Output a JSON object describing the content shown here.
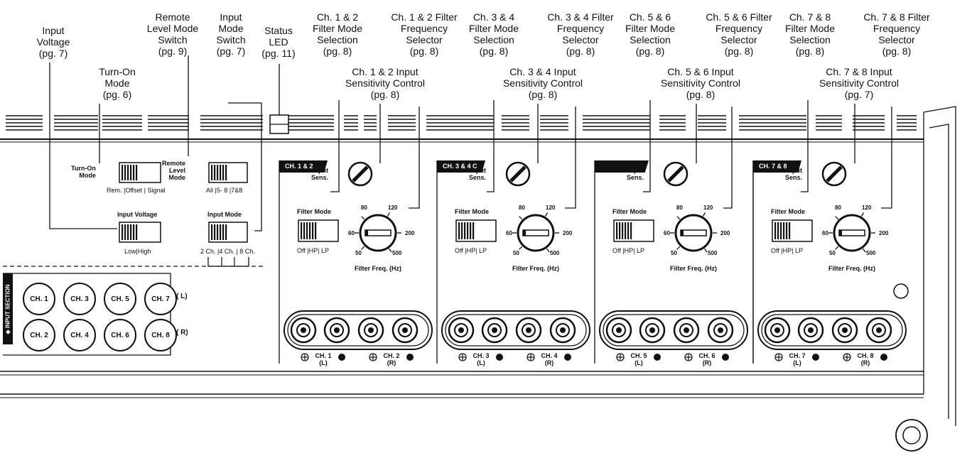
{
  "callouts": [
    {
      "id": "input-voltage",
      "text": "Input\nVoltage\n(pg. 7)"
    },
    {
      "id": "turn-on-mode",
      "text": "Turn-On\nMode\n(pg. 6)"
    },
    {
      "id": "remote-level-mode",
      "text": "Remote\nLevel Mode\nSwitch\n(pg. 9)"
    },
    {
      "id": "input-mode",
      "text": "Input\nMode\nSwitch\n(pg. 7)"
    },
    {
      "id": "status-led",
      "text": "Status\nLED\n(pg. 11)"
    },
    {
      "id": "ch12-filter-mode",
      "text": "Ch. 1 & 2\nFilter Mode\nSelection\n(pg. 8)"
    },
    {
      "id": "ch12-filter-freq",
      "text": "Ch. 1 & 2 Filter\nFrequency\nSelector\n(pg. 8)"
    },
    {
      "id": "ch12-input-sens",
      "text": "Ch. 1 & 2 Input\nSensitivity Control\n(pg. 8)"
    },
    {
      "id": "ch34-filter-mode",
      "text": "Ch. 3 & 4\nFilter Mode\nSelection\n(pg. 8)"
    },
    {
      "id": "ch34-filter-freq",
      "text": "Ch. 3 & 4 Filter\nFrequency\nSelector\n(pg. 8)"
    },
    {
      "id": "ch34-input-sens",
      "text": "Ch. 3 & 4 Input\nSensitivity Control\n(pg. 8)"
    },
    {
      "id": "ch56-filter-mode",
      "text": "Ch. 5 & 6\nFilter Mode\nSelection\n(pg. 8)"
    },
    {
      "id": "ch56-filter-freq",
      "text": "Ch. 5 & 6 Filter\nFrequency\nSelector\n(pg. 8)"
    },
    {
      "id": "ch56-input-sens",
      "text": "Ch. 5 & 6 Input\nSensitivity Control\n(pg. 8)"
    },
    {
      "id": "ch78-filter-mode",
      "text": "Ch. 7 & 8\nFilter Mode\nSelection\n(pg. 8)"
    },
    {
      "id": "ch78-filter-freq",
      "text": "Ch. 7 & 8 Filter\nFrequency\nSelector\n(pg. 8)"
    },
    {
      "id": "ch78-input-sens",
      "text": "Ch. 7 & 8 Input\nSensitivity Control\n(pg. 7)"
    }
  ],
  "left_panel": {
    "turn_on_label": "Turn-On\nMode",
    "turn_on_options": "Rem. |Offset | Signal",
    "remote_label": "Remote\nLevel\nMode",
    "remote_options": "All |5- 8 |7&8",
    "input_voltage_label": "Input Voltage",
    "input_voltage_options": "Low|High",
    "input_mode_label": "Input Mode",
    "input_mode_options": "2 Ch. |4 Ch. | 8 Ch."
  },
  "input_section": {
    "label": "INPUT SECTION",
    "row_top": [
      "CH. 1",
      "CH. 3",
      "CH. 5",
      "CH. 7"
    ],
    "row_bottom": [
      "CH. 2",
      "CH. 4",
      "CH. 6",
      "CH. 8"
    ],
    "left_marker": "( L)",
    "right_marker": "( R)"
  },
  "channel_groups": [
    {
      "tab": "CH. 1 & 2",
      "input_sens": "Input\nSens.",
      "filter_mode": "Filter Mode",
      "filter_options": "Off |HP| LP",
      "freq_label": "Filter Freq. (Hz)",
      "freq_ticks": [
        "80",
        "120",
        "60",
        "200",
        "50",
        "500"
      ],
      "speaker_a": "CH. 1\n(L)",
      "speaker_b": "CH. 2\n(R)"
    },
    {
      "tab": "CH. 3 & 4 C",
      "input_sens": "Input\nSens.",
      "filter_mode": "Filter Mode",
      "filter_options": "Off |HP| LP",
      "freq_label": "Filter Freq. (Hz)",
      "freq_ticks": [
        "80",
        "120",
        "60",
        "200",
        "50",
        "500"
      ],
      "speaker_a": "CH. 3\n(L)",
      "speaker_b": "CH. 4\n(R)"
    },
    {
      "tab": "",
      "input_sens": "Input\nSens.",
      "filter_mode": "Filter Mode",
      "filter_options": "Off |HP| LP",
      "freq_label": "Filter Freq. (Hz)",
      "freq_ticks": [
        "80",
        "120",
        "60",
        "200",
        "50",
        "500"
      ],
      "speaker_a": "CH. 5\n(L)",
      "speaker_b": "CH. 6\n(R)"
    },
    {
      "tab": "CH. 7 & 8",
      "input_sens": "Input\nSens.",
      "filter_mode": "Filter Mode",
      "filter_options": "Off |HP| LP",
      "freq_label": "Filter Freq. (Hz)",
      "freq_ticks": [
        "80",
        "120",
        "60",
        "200",
        "50",
        "500"
      ],
      "speaker_a": "CH. 7\n(L)",
      "speaker_b": "CH. 8\n(R)"
    }
  ]
}
